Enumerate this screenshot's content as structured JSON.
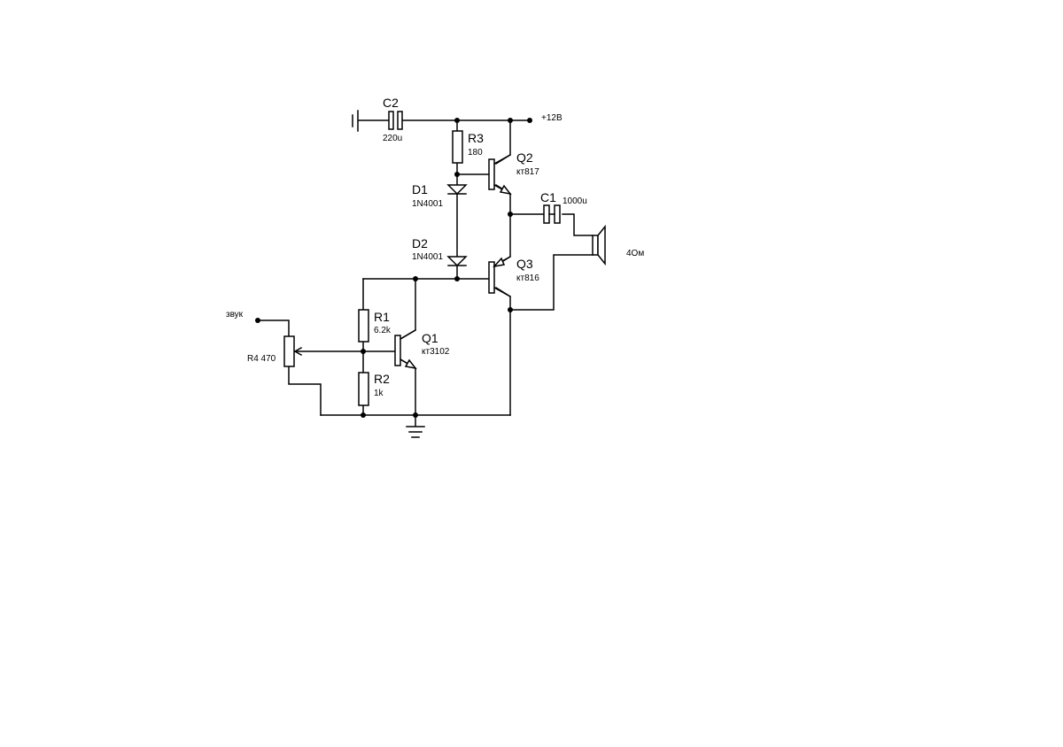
{
  "labels": {
    "supply": "+12В",
    "input": "звук",
    "speaker": "4Ом"
  },
  "components": {
    "c2": {
      "ref": "C2",
      "value": "220u"
    },
    "r3": {
      "ref": "R3",
      "value": "180"
    },
    "q2": {
      "ref": "Q2",
      "value": "кт817"
    },
    "d1": {
      "ref": "D1",
      "value": "1N4001"
    },
    "c1": {
      "ref": "C1",
      "value": "1000u"
    },
    "d2": {
      "ref": "D2",
      "value": "1N4001"
    },
    "q3": {
      "ref": "Q3",
      "value": "кт816"
    },
    "r1": {
      "ref": "R1",
      "value": "6.2k"
    },
    "q1": {
      "ref": "Q1",
      "value": "кт3102"
    },
    "r2": {
      "ref": "R2",
      "value": "1k"
    },
    "r4": {
      "ref": "R4 470"
    }
  }
}
